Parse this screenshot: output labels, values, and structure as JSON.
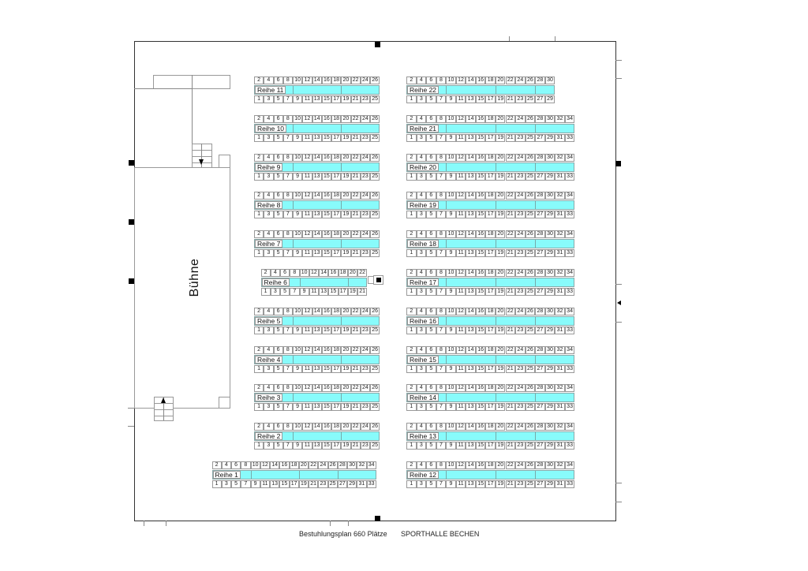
{
  "title": "Bestuhlungsplan 660 Plätze",
  "venue": "SPORTHALLE  BECHEN",
  "stage_label": "Bühne",
  "colors": {
    "row_bar": "#88fbfb",
    "cell_border": "#999999"
  },
  "left_rows": [
    {
      "label": "Reihe 11",
      "seats": 26
    },
    {
      "label": "Reihe 10",
      "seats": 26
    },
    {
      "label": "Reihe 9",
      "seats": 26
    },
    {
      "label": "Reihe 8",
      "seats": 26
    },
    {
      "label": "Reihe 7",
      "seats": 26
    },
    {
      "label": "Reihe 6",
      "seats": 22
    },
    {
      "label": "Reihe 5",
      "seats": 26
    },
    {
      "label": "Reihe 4",
      "seats": 26
    },
    {
      "label": "Reihe 3",
      "seats": 26
    },
    {
      "label": "Reihe 2",
      "seats": 26
    },
    {
      "label": "Reihe 1",
      "seats": 34
    }
  ],
  "right_rows": [
    {
      "label": "Reihe 22",
      "seats": 30
    },
    {
      "label": "Reihe 21",
      "seats": 34
    },
    {
      "label": "Reihe 20",
      "seats": 34
    },
    {
      "label": "Reihe 19",
      "seats": 34
    },
    {
      "label": "Reihe 18",
      "seats": 34
    },
    {
      "label": "Reihe 17",
      "seats": 34
    },
    {
      "label": "Reihe 16",
      "seats": 34
    },
    {
      "label": "Reihe 15",
      "seats": 34
    },
    {
      "label": "Reihe 14",
      "seats": 34
    },
    {
      "label": "Reihe 13",
      "seats": 34
    },
    {
      "label": "Reihe 12",
      "seats": 34
    }
  ]
}
